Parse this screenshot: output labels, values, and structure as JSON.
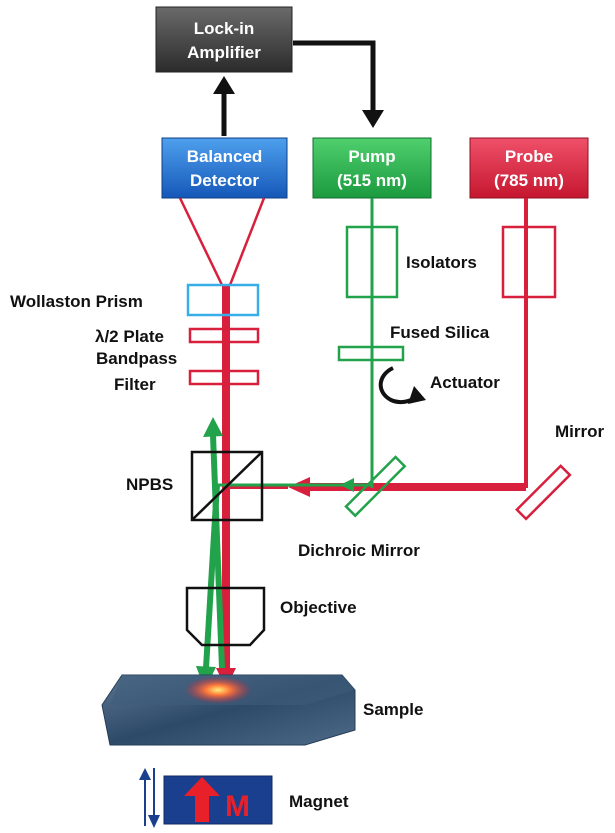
{
  "boxes": {
    "lockin": [
      "Lock-in",
      "Amplifier"
    ],
    "detector": [
      "Balanced",
      "Detector"
    ],
    "pump": [
      "Pump",
      "(515 nm)"
    ],
    "probe": [
      "Probe",
      "(785 nm)"
    ]
  },
  "labels": {
    "wollaston": "Wollaston Prism",
    "halfwave": "λ/2  Plate",
    "bandpass": [
      "Bandpass",
      "Filter"
    ],
    "isolators": "Isolators",
    "fused_silica": "Fused Silica",
    "actuator": "Actuator",
    "mirror": "Mirror",
    "npbs": "NPBS",
    "dichroic": "Dichroic Mirror",
    "objective": "Objective",
    "sample": "Sample",
    "magnet": "Magnet",
    "magnet_symbol": "M"
  },
  "colors": {
    "probe": "#d81f3c",
    "pump": "#22a24a",
    "detector": "#1f6fd1",
    "lockin": "#3c3c3c",
    "prism": "#38aee8",
    "magnet": "#1a3f8f"
  }
}
